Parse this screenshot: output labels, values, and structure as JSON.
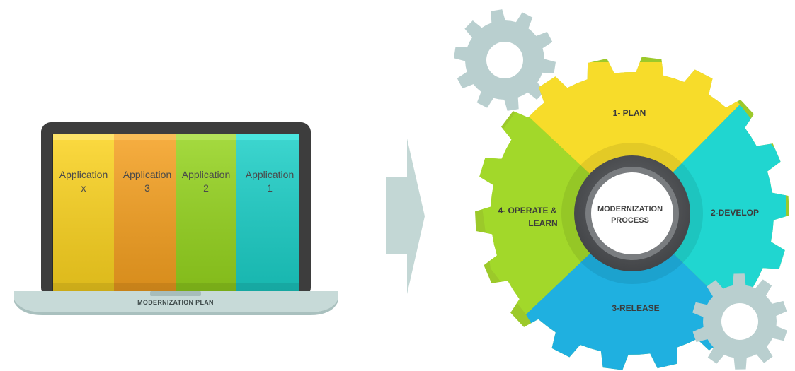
{
  "laptop": {
    "base_label": "MODERNIZATION PLAN",
    "applications": [
      {
        "line1": "Application",
        "line2": "x",
        "color": "#fbd31f"
      },
      {
        "line1": "Application",
        "line2": "3",
        "color": "#f5a020"
      },
      {
        "line1": "Application",
        "line2": "2",
        "color": "#95d41e"
      },
      {
        "line1": "Application",
        "line2": "1",
        "color": "#1bcfc7"
      }
    ]
  },
  "process": {
    "hub_line1": "MODERNIZATION",
    "hub_line2": "PROCESS",
    "segments": [
      {
        "line1": "1- PLAN",
        "line2": "",
        "color": "#f7dc2a"
      },
      {
        "line1": "2-DEVELOP",
        "line2": "",
        "color": "#20d6d0"
      },
      {
        "line1": "3-RELEASE",
        "line2": "",
        "color": "#1fb0e0"
      },
      {
        "line1": "4- OPERATE &",
        "line2": "LEARN",
        "color": "#a2d92a"
      }
    ]
  },
  "colors": {
    "gear_gray": "#b9cfcf",
    "laptop_frame": "#3d3d3d",
    "laptop_base": "#c7dad8",
    "arrow": "#c3d7d5",
    "hub_ring": "#5a5c5e"
  }
}
